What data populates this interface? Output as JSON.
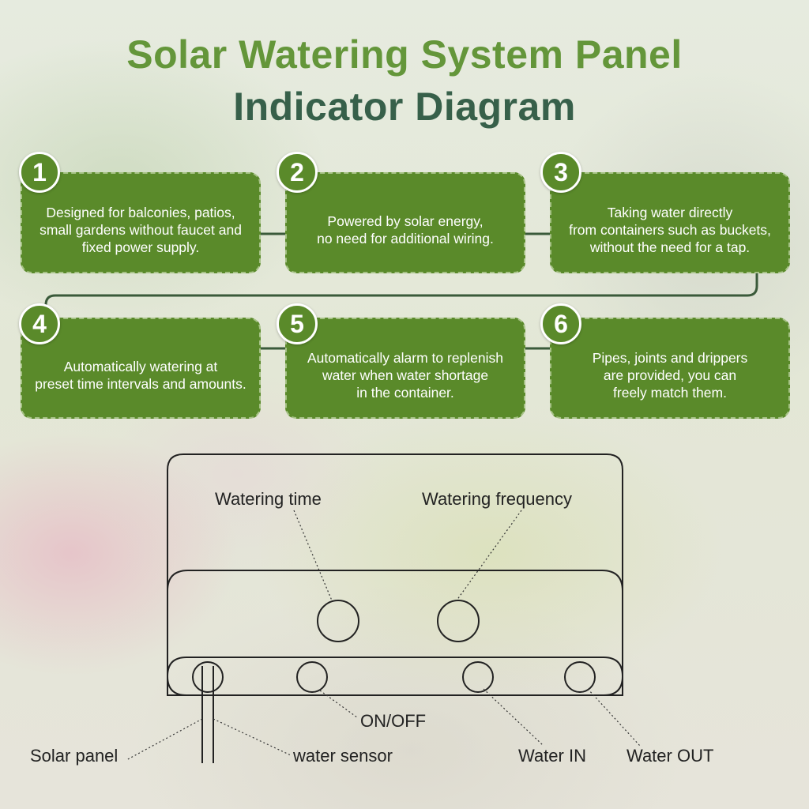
{
  "title": {
    "line1": "Solar Watering System Panel",
    "line2": "Indicator Diagram"
  },
  "features": [
    {
      "number": "1",
      "text": "Designed for balconies, patios,\nsmall gardens without faucet and\nfixed power supply."
    },
    {
      "number": "2",
      "text": "Powered by solar energy,\nno need for additional wiring."
    },
    {
      "number": "3",
      "text": "Taking water directly\nfrom containers such as buckets,\nwithout the need for a tap."
    },
    {
      "number": "4",
      "text": "Automatically watering at\npreset time intervals and amounts."
    },
    {
      "number": "5",
      "text": "Automatically alarm to replenish\nwater when water shortage\nin the container."
    },
    {
      "number": "6",
      "text": "Pipes, joints and drippers\nare provided, you can\nfreely match them."
    }
  ],
  "device_labels": {
    "watering_time": "Watering time",
    "watering_frequency": "Watering frequency",
    "on_off": "ON/OFF",
    "solar_panel": "Solar panel",
    "water_sensor": "water sensor",
    "water_in": "Water IN",
    "water_out": "Water OUT"
  },
  "colors": {
    "card_green": "#5a8a2a",
    "title_light_green": "#64963a",
    "title_dark_green": "#37604a",
    "connector": "#3a5a3a"
  }
}
